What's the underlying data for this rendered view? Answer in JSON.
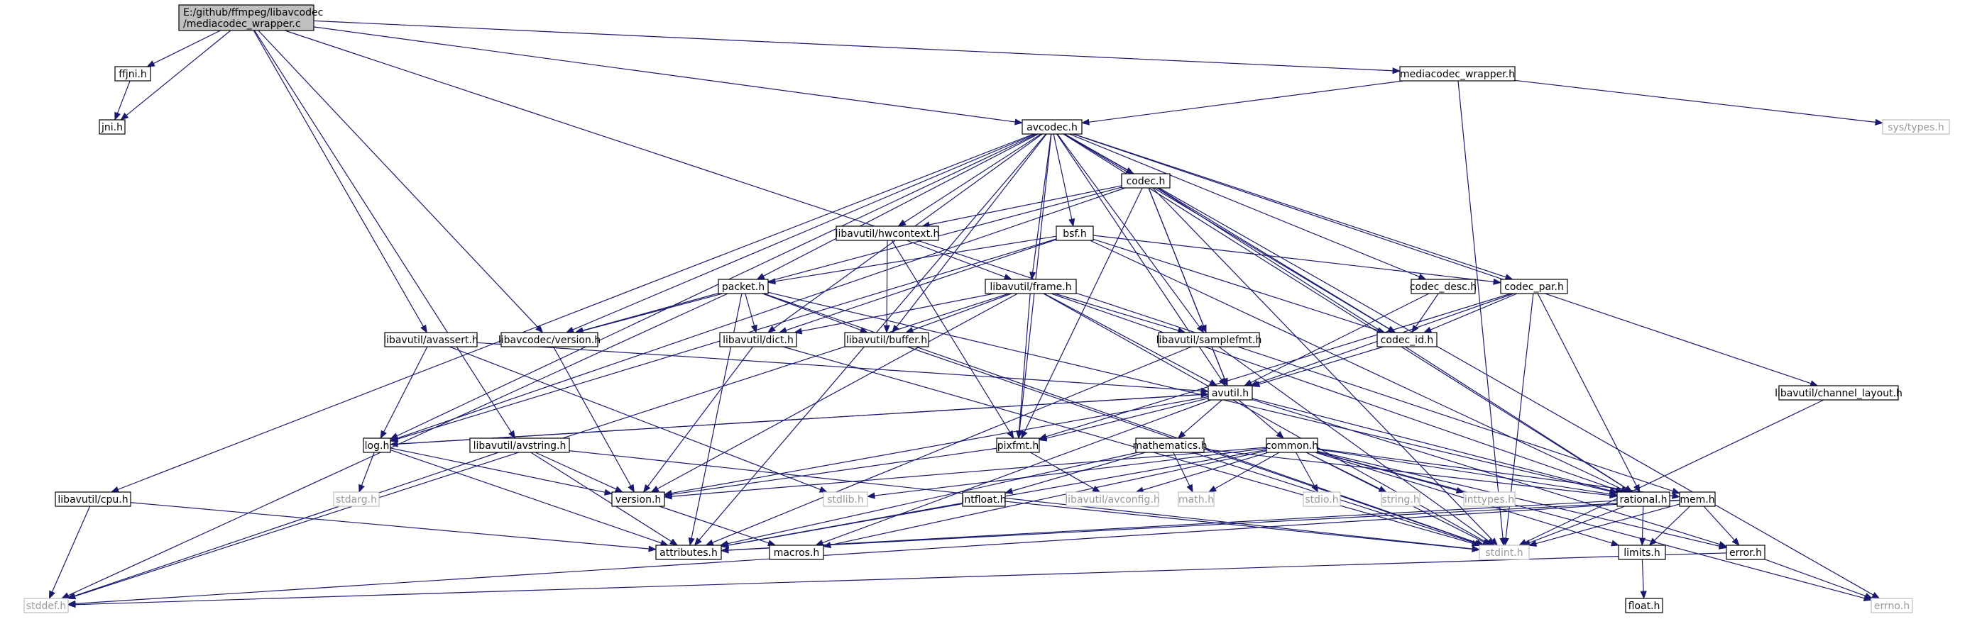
{
  "colors": {
    "edge": "#191970",
    "root_fill": "#bfbfbf",
    "node_border": "#000000",
    "system_border": "#bfbfbf",
    "system_text": "#9a9a9a"
  },
  "nodes": [
    {
      "id": "root",
      "label": "E:/github/ffmpeg/libavcodec\n/mediacodec_wrapper.c",
      "kind": "root"
    },
    {
      "id": "ffjni",
      "label": "ffjni.h",
      "kind": "normal"
    },
    {
      "id": "jni",
      "label": "jni.h",
      "kind": "normal"
    },
    {
      "id": "mcwrap",
      "label": "mediacodec_wrapper.h",
      "kind": "normal"
    },
    {
      "id": "systypes",
      "label": "sys/types.h",
      "kind": "system"
    },
    {
      "id": "avcodec",
      "label": "avcodec.h",
      "kind": "normal"
    },
    {
      "id": "codec",
      "label": "codec.h",
      "kind": "normal"
    },
    {
      "id": "hwcontext",
      "label": "libavutil/hwcontext.h",
      "kind": "normal"
    },
    {
      "id": "bsf",
      "label": "bsf.h",
      "kind": "normal"
    },
    {
      "id": "packet",
      "label": "packet.h",
      "kind": "normal"
    },
    {
      "id": "frame",
      "label": "libavutil/frame.h",
      "kind": "normal"
    },
    {
      "id": "codecdesc",
      "label": "codec_desc.h",
      "kind": "normal"
    },
    {
      "id": "codecpar",
      "label": "codec_par.h",
      "kind": "normal"
    },
    {
      "id": "avassert",
      "label": "libavutil/avassert.h",
      "kind": "normal"
    },
    {
      "id": "lcversion",
      "label": "libavcodec/version.h",
      "kind": "normal"
    },
    {
      "id": "dict",
      "label": "libavutil/dict.h",
      "kind": "normal"
    },
    {
      "id": "buffer",
      "label": "libavutil/buffer.h",
      "kind": "normal"
    },
    {
      "id": "samplefmt",
      "label": "libavutil/samplefmt.h",
      "kind": "normal"
    },
    {
      "id": "codecid",
      "label": "codec_id.h",
      "kind": "normal"
    },
    {
      "id": "chlayout",
      "label": "libavutil/channel_layout.h",
      "kind": "normal"
    },
    {
      "id": "avutil",
      "label": "avutil.h",
      "kind": "normal"
    },
    {
      "id": "log",
      "label": "log.h",
      "kind": "normal"
    },
    {
      "id": "avstring",
      "label": "libavutil/avstring.h",
      "kind": "normal"
    },
    {
      "id": "pixfmt",
      "label": "pixfmt.h",
      "kind": "normal"
    },
    {
      "id": "mathematics",
      "label": "mathematics.h",
      "kind": "normal"
    },
    {
      "id": "common",
      "label": "common.h",
      "kind": "normal"
    },
    {
      "id": "cpu",
      "label": "libavutil/cpu.h",
      "kind": "normal"
    },
    {
      "id": "stdarg",
      "label": "stdarg.h",
      "kind": "system"
    },
    {
      "id": "version",
      "label": "version.h",
      "kind": "normal"
    },
    {
      "id": "stdlib",
      "label": "stdlib.h",
      "kind": "system"
    },
    {
      "id": "intfloat",
      "label": "intfloat.h",
      "kind": "normal"
    },
    {
      "id": "avconfig",
      "label": "libavutil/avconfig.h",
      "kind": "system"
    },
    {
      "id": "mathh",
      "label": "math.h",
      "kind": "system"
    },
    {
      "id": "stdio",
      "label": "stdio.h",
      "kind": "system"
    },
    {
      "id": "stringh",
      "label": "string.h",
      "kind": "system"
    },
    {
      "id": "inttypes",
      "label": "inttypes.h",
      "kind": "system"
    },
    {
      "id": "rational",
      "label": "rational.h",
      "kind": "normal"
    },
    {
      "id": "mem",
      "label": "mem.h",
      "kind": "normal"
    },
    {
      "id": "attributes",
      "label": "attributes.h",
      "kind": "normal"
    },
    {
      "id": "macros",
      "label": "macros.h",
      "kind": "normal"
    },
    {
      "id": "stdint",
      "label": "stdint.h",
      "kind": "system"
    },
    {
      "id": "limits",
      "label": "limits.h",
      "kind": "normal"
    },
    {
      "id": "error",
      "label": "error.h",
      "kind": "normal"
    },
    {
      "id": "stddef",
      "label": "stddef.h",
      "kind": "system"
    },
    {
      "id": "errno",
      "label": "errno.h",
      "kind": "system"
    },
    {
      "id": "floath",
      "label": "float.h",
      "kind": "normal"
    }
  ],
  "edges": [
    [
      "root",
      "jni"
    ],
    [
      "root",
      "ffjni"
    ],
    [
      "root",
      "mcwrap"
    ],
    [
      "root",
      "avcodec"
    ],
    [
      "root",
      "lcversion"
    ],
    [
      "root",
      "avassert"
    ],
    [
      "root",
      "avstring"
    ],
    [
      "root",
      "mem"
    ],
    [
      "ffjni",
      "jni"
    ],
    [
      "mcwrap",
      "systypes"
    ],
    [
      "mcwrap",
      "avcodec"
    ],
    [
      "mcwrap",
      "stdint"
    ],
    [
      "avcodec",
      "errno"
    ],
    [
      "avcodec",
      "codec"
    ],
    [
      "avcodec",
      "hwcontext"
    ],
    [
      "avcodec",
      "bsf"
    ],
    [
      "avcodec",
      "packet"
    ],
    [
      "avcodec",
      "frame"
    ],
    [
      "avcodec",
      "codecdesc"
    ],
    [
      "avcodec",
      "codecpar"
    ],
    [
      "avcodec",
      "lcversion"
    ],
    [
      "avcodec",
      "dict"
    ],
    [
      "avcodec",
      "buffer"
    ],
    [
      "avcodec",
      "samplefmt"
    ],
    [
      "avcodec",
      "codecid"
    ],
    [
      "avcodec",
      "avutil"
    ],
    [
      "avcodec",
      "chlayout"
    ],
    [
      "avcodec",
      "log"
    ],
    [
      "avcodec",
      "pixfmt"
    ],
    [
      "avcodec",
      "rational"
    ],
    [
      "avcodec",
      "attributes"
    ],
    [
      "avcodec",
      "cpu"
    ],
    [
      "codec",
      "hwcontext"
    ],
    [
      "codec",
      "lcversion"
    ],
    [
      "codec",
      "log"
    ],
    [
      "codec",
      "samplefmt"
    ],
    [
      "codec",
      "codecid"
    ],
    [
      "codec",
      "avutil"
    ],
    [
      "codec",
      "pixfmt"
    ],
    [
      "codec",
      "rational"
    ],
    [
      "codec",
      "stdint"
    ],
    [
      "hwcontext",
      "buffer"
    ],
    [
      "hwcontext",
      "frame"
    ],
    [
      "hwcontext",
      "pixfmt"
    ],
    [
      "bsf",
      "packet"
    ],
    [
      "bsf",
      "dict"
    ],
    [
      "bsf",
      "codecpar"
    ],
    [
      "bsf",
      "codecid"
    ],
    [
      "bsf",
      "log"
    ],
    [
      "bsf",
      "rational"
    ],
    [
      "packet",
      "dict"
    ],
    [
      "packet",
      "buffer"
    ],
    [
      "packet",
      "lcversion"
    ],
    [
      "packet",
      "attributes"
    ],
    [
      "packet",
      "rational"
    ],
    [
      "packet",
      "stddef"
    ],
    [
      "packet",
      "stdint"
    ],
    [
      "frame",
      "buffer"
    ],
    [
      "frame",
      "dict"
    ],
    [
      "frame",
      "samplefmt"
    ],
    [
      "frame",
      "avutil"
    ],
    [
      "frame",
      "pixfmt"
    ],
    [
      "frame",
      "rational"
    ],
    [
      "frame",
      "version"
    ],
    [
      "frame",
      "stdint"
    ],
    [
      "frame",
      "stddef"
    ],
    [
      "codecdesc",
      "codecid"
    ],
    [
      "codecdesc",
      "avutil"
    ],
    [
      "codecpar",
      "codecid"
    ],
    [
      "codecpar",
      "avutil"
    ],
    [
      "codecpar",
      "pixfmt"
    ],
    [
      "codecpar",
      "rational"
    ],
    [
      "codecpar",
      "stdint"
    ],
    [
      "avassert",
      "log"
    ],
    [
      "avassert",
      "avutil"
    ],
    [
      "avassert",
      "stdlib"
    ],
    [
      "lcversion",
      "version"
    ],
    [
      "dict",
      "version"
    ],
    [
      "dict",
      "stdint"
    ],
    [
      "buffer",
      "stdint"
    ],
    [
      "samplefmt",
      "avutil"
    ],
    [
      "samplefmt",
      "attributes"
    ],
    [
      "samplefmt",
      "stdint"
    ],
    [
      "codecid",
      "avutil"
    ],
    [
      "chlayout",
      "stdint"
    ],
    [
      "avutil",
      "log"
    ],
    [
      "avutil",
      "common"
    ],
    [
      "avutil",
      "pixfmt"
    ],
    [
      "avutil",
      "mathematics"
    ],
    [
      "avutil",
      "rational"
    ],
    [
      "avutil",
      "version"
    ],
    [
      "avutil",
      "macros"
    ],
    [
      "avutil",
      "error"
    ],
    [
      "log",
      "stdarg"
    ],
    [
      "log",
      "version"
    ],
    [
      "log",
      "attributes"
    ],
    [
      "log",
      "avutil"
    ],
    [
      "avstring",
      "stddef"
    ],
    [
      "avstring",
      "version"
    ],
    [
      "avstring",
      "attributes"
    ],
    [
      "avstring",
      "stdint"
    ],
    [
      "pixfmt",
      "version"
    ],
    [
      "pixfmt",
      "avconfig"
    ],
    [
      "mathematics",
      "attributes"
    ],
    [
      "mathematics",
      "intfloat"
    ],
    [
      "mathematics",
      "mathh"
    ],
    [
      "mathematics",
      "rational"
    ],
    [
      "mathematics",
      "stdint"
    ],
    [
      "common",
      "version"
    ],
    [
      "common",
      "attributes"
    ],
    [
      "common",
      "macros"
    ],
    [
      "common",
      "stdint"
    ],
    [
      "common",
      "stdlib"
    ],
    [
      "common",
      "avconfig"
    ],
    [
      "common",
      "mathh"
    ],
    [
      "common",
      "stdio"
    ],
    [
      "common",
      "stringh"
    ],
    [
      "common",
      "inttypes"
    ],
    [
      "common",
      "rational"
    ],
    [
      "common",
      "mem"
    ],
    [
      "common",
      "limits"
    ],
    [
      "common",
      "error"
    ],
    [
      "common",
      "errno"
    ],
    [
      "cpu",
      "attributes"
    ],
    [
      "cpu",
      "stddef"
    ],
    [
      "version",
      "macros"
    ],
    [
      "intfloat",
      "attributes"
    ],
    [
      "intfloat",
      "stdint"
    ],
    [
      "rational",
      "attributes"
    ],
    [
      "rational",
      "stdint"
    ],
    [
      "rational",
      "limits"
    ],
    [
      "mem",
      "attributes"
    ],
    [
      "mem",
      "stdint"
    ],
    [
      "mem",
      "limits"
    ],
    [
      "mem",
      "error"
    ],
    [
      "mem",
      "stddef"
    ],
    [
      "limits",
      "floath"
    ],
    [
      "error",
      "errno"
    ],
    [
      "error",
      "stddef"
    ]
  ]
}
